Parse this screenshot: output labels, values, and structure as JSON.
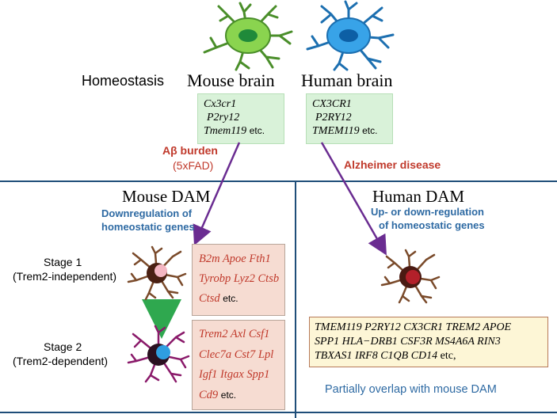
{
  "top": {
    "homeostasis": "Homeostasis",
    "mouse_brain": "Mouse brain",
    "human_brain": "Human brain",
    "mouse_genes": [
      "Cx3cr1",
      "P2ry12",
      "Tmem119"
    ],
    "mouse_etc": "etc.",
    "human_genes": [
      "CX3CR1",
      "P2RY12",
      "TMEM119"
    ],
    "human_etc": "etc."
  },
  "arrows": {
    "ab_burden": "Aβ burden",
    "fad": "(5xFAD)",
    "alzheimer": "Alzheimer disease"
  },
  "mouse_dam": {
    "title": "Mouse DAM",
    "subtitle_line1": "Downregulation of",
    "subtitle_line2": "homeostatic genes",
    "stage1_label": "Stage 1",
    "stage1_sub": "(Trem2-independent)",
    "stage1_lines": [
      "B2m Apoe Fth1",
      "Tyrobp Lyz2 Ctsb",
      "Ctsd"
    ],
    "stage1_etc": "etc.",
    "stage2_label": "Stage 2",
    "stage2_sub": "(Trem2-dependent)",
    "stage2_lines": [
      "Trem2 Axl Csf1",
      "Clec7a Cst7 Lpl",
      "Igf1 Itgax Spp1",
      "Cd9"
    ],
    "stage2_etc": "etc."
  },
  "human_dam": {
    "title": "Human DAM",
    "subtitle_line1": "Up- or down-regulation",
    "subtitle_line2": "of homeostatic genes",
    "gene_lines": [
      "TMEM119 P2RY12 CX3CR1 TREM2 APOE",
      "SPP1 HLA−DRB1 CSF3R MS4A6A RIN3",
      "TBXAS1 IRF8 C1QB CD14"
    ],
    "gene_etc": "etc,",
    "overlap_note": "Partially overlap with mouse DAM"
  },
  "colors": {
    "divider": "#1f4e79",
    "arrow_purple": "#6a2c91",
    "arrow_green": "#2fa84f",
    "red_text": "#c0392b",
    "blue_text": "#2e6aa3",
    "mouse_cell": "#7fd04f",
    "human_cell": "#2f9ee0"
  }
}
